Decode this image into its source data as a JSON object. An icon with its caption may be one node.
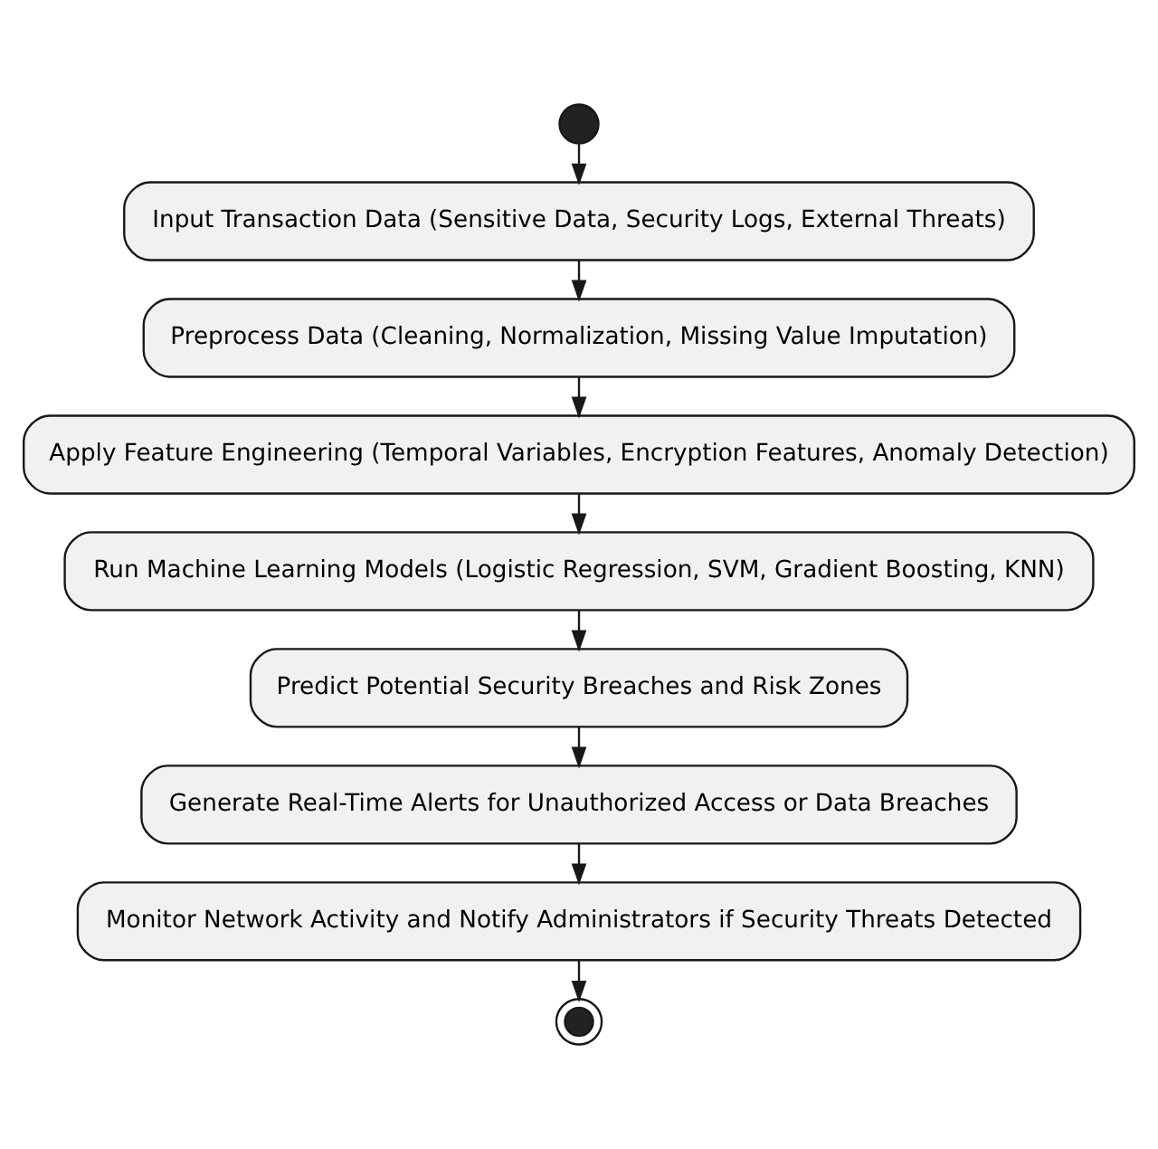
{
  "diagram": {
    "nodes": [
      {
        "text": [],
        "shape": "circle"
      },
      {
        "text": [
          "Input Transaction Data (Sensitive Data, Security Logs, External Threats)"
        ]
      },
      {
        "text": [
          "Preprocess Data (Cleaning, Normalization, Missing Value Imputation)"
        ]
      },
      {
        "text": [
          "Apply Feature Engineering (Temporal Variables, Encryption Features, Anomaly Detection)"
        ]
      },
      {
        "text": [
          "Run Machine Learning Models (Logistic Regression, SVM, Gradient Boosting, KNN)"
        ]
      },
      {
        "text": [
          "Predict Potential Security Breaches and Risk Zones"
        ]
      },
      {
        "text": [
          "Generate Real-Time Alerts for Unauthorized Access or Data Breaches"
        ]
      },
      {
        "text": [
          "Monitor Network Activity and Notify Administrators if Security Threats Detected"
        ]
      },
      {
        "text": [],
        "shape": "circle"
      }
    ],
    "edges": [
      {
        "from": 0,
        "to": 1,
        "arrow": "to"
      },
      {
        "from": 1,
        "to": 2,
        "arrow": "to"
      },
      {
        "from": 2,
        "to": 3,
        "arrow": "to"
      },
      {
        "from": 3,
        "to": 4,
        "arrow": "to"
      },
      {
        "from": 4,
        "to": 5,
        "arrow": "to"
      },
      {
        "from": 5,
        "to": 6,
        "arrow": "to"
      },
      {
        "from": 6,
        "to": 7,
        "arrow": "to"
      },
      {
        "from": 7,
        "to": 8,
        "arrow": "to"
      }
    ]
  }
}
